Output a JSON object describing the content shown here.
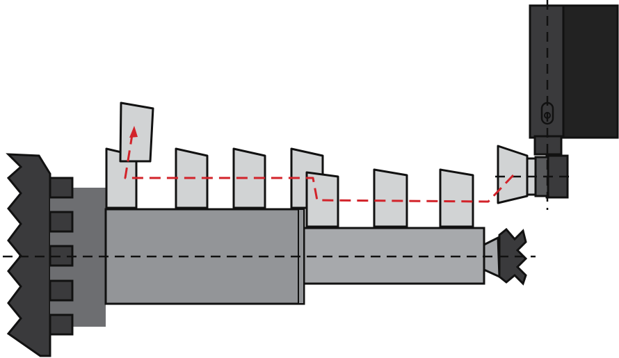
{
  "diagram": {
    "subject": "lathe-turning-setup",
    "toolpath_style": "dashed-arrow",
    "blade_count_upper_step": 4,
    "blade_count_lower_step": 3
  },
  "colors": {
    "background": "#ffffff",
    "outline": "#111111",
    "chuck_jaw": "#3a3a3c",
    "chuck_body": "#6d6e71",
    "large_shaft": "#939598",
    "small_shaft": "#a7a9ac",
    "blade": "#d1d3d4",
    "spindle_head": "#3a3a3c",
    "spindle_head_shadow": "#222222",
    "tool_holder": "#58595b",
    "centerline": "#111111",
    "toolpath": "#d2232a"
  },
  "icons": {
    "chuck": "jaw-chuck-icon",
    "tailstock": "live-center-icon",
    "spindle": "milling-spindle-icon",
    "toolpath_arrow": "arrow-up-icon"
  }
}
